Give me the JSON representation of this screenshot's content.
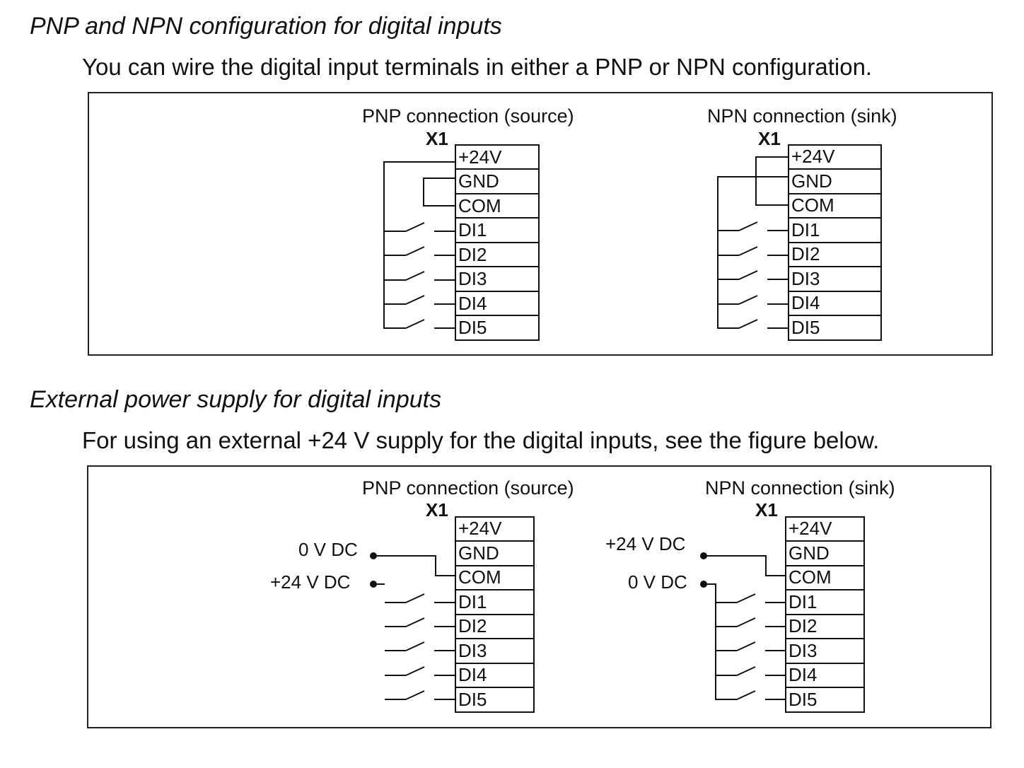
{
  "section1": {
    "heading": "PNP and NPN configuration for digital inputs",
    "text": "You can wire the digital input terminals in either a PNP or NPN configuration."
  },
  "section2": {
    "heading": "External power supply for digital inputs",
    "text": "For using an external +24 V  supply  for the digital inputs, see the figure below."
  },
  "diagrams": {
    "pnp_caption": "PNP connection (source)",
    "npn_caption": "NPN connection (sink)",
    "connector": "X1",
    "terminals": [
      "+24V",
      "GND",
      "COM",
      "DI1",
      "DI2",
      "DI3",
      "DI4",
      "DI5"
    ],
    "ext_pnp_supply": [
      "0 V DC",
      "+24 V DC"
    ],
    "ext_npn_supply": [
      "+24 V DC",
      "0 V DC"
    ]
  }
}
